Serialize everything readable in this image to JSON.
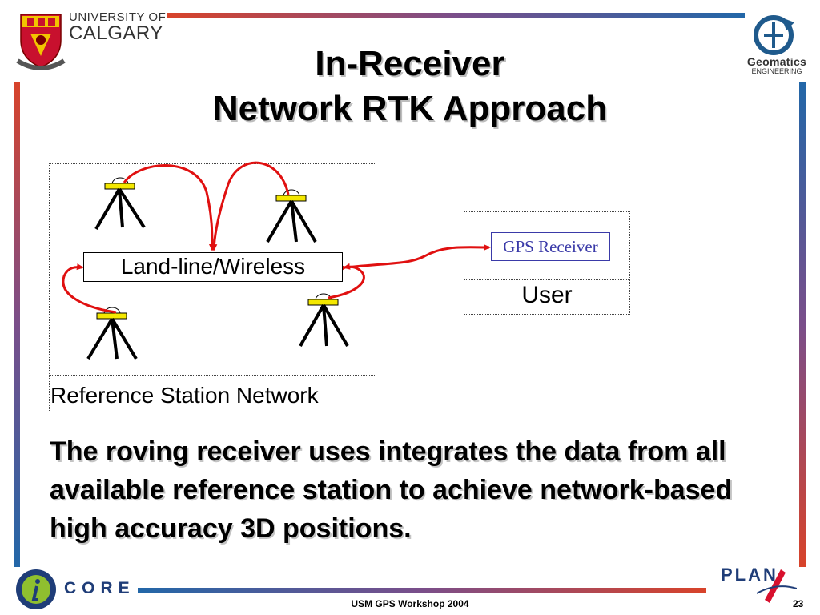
{
  "header": {
    "university_line1": "UNIVERSITY OF",
    "university_line2": "CALGARY",
    "geomatics_line1": "Geomatics",
    "geomatics_line2": "ENGINEERING"
  },
  "title": {
    "line1": "In-Receiver",
    "line2": "Network RTK Approach"
  },
  "diagram": {
    "reference_network_label": "Reference Station Network",
    "link_label": "Land-line/Wireless",
    "gps_receiver_label": "GPS Receiver",
    "user_label": "User"
  },
  "body": {
    "paragraph": "The roving receiver uses integrates the data from all available reference station to achieve network-based high accuracy 3D positions."
  },
  "footer": {
    "core_label": "CORE",
    "plan_label": "PLAN",
    "workshop": "USM GPS Workshop 2004",
    "page_number": "23"
  },
  "colors": {
    "arrow": "#e01010",
    "antenna": "#f4e800",
    "gps_text": "#3a3aa8",
    "accent_red": "#d8432a",
    "accent_blue": "#2267a8"
  }
}
